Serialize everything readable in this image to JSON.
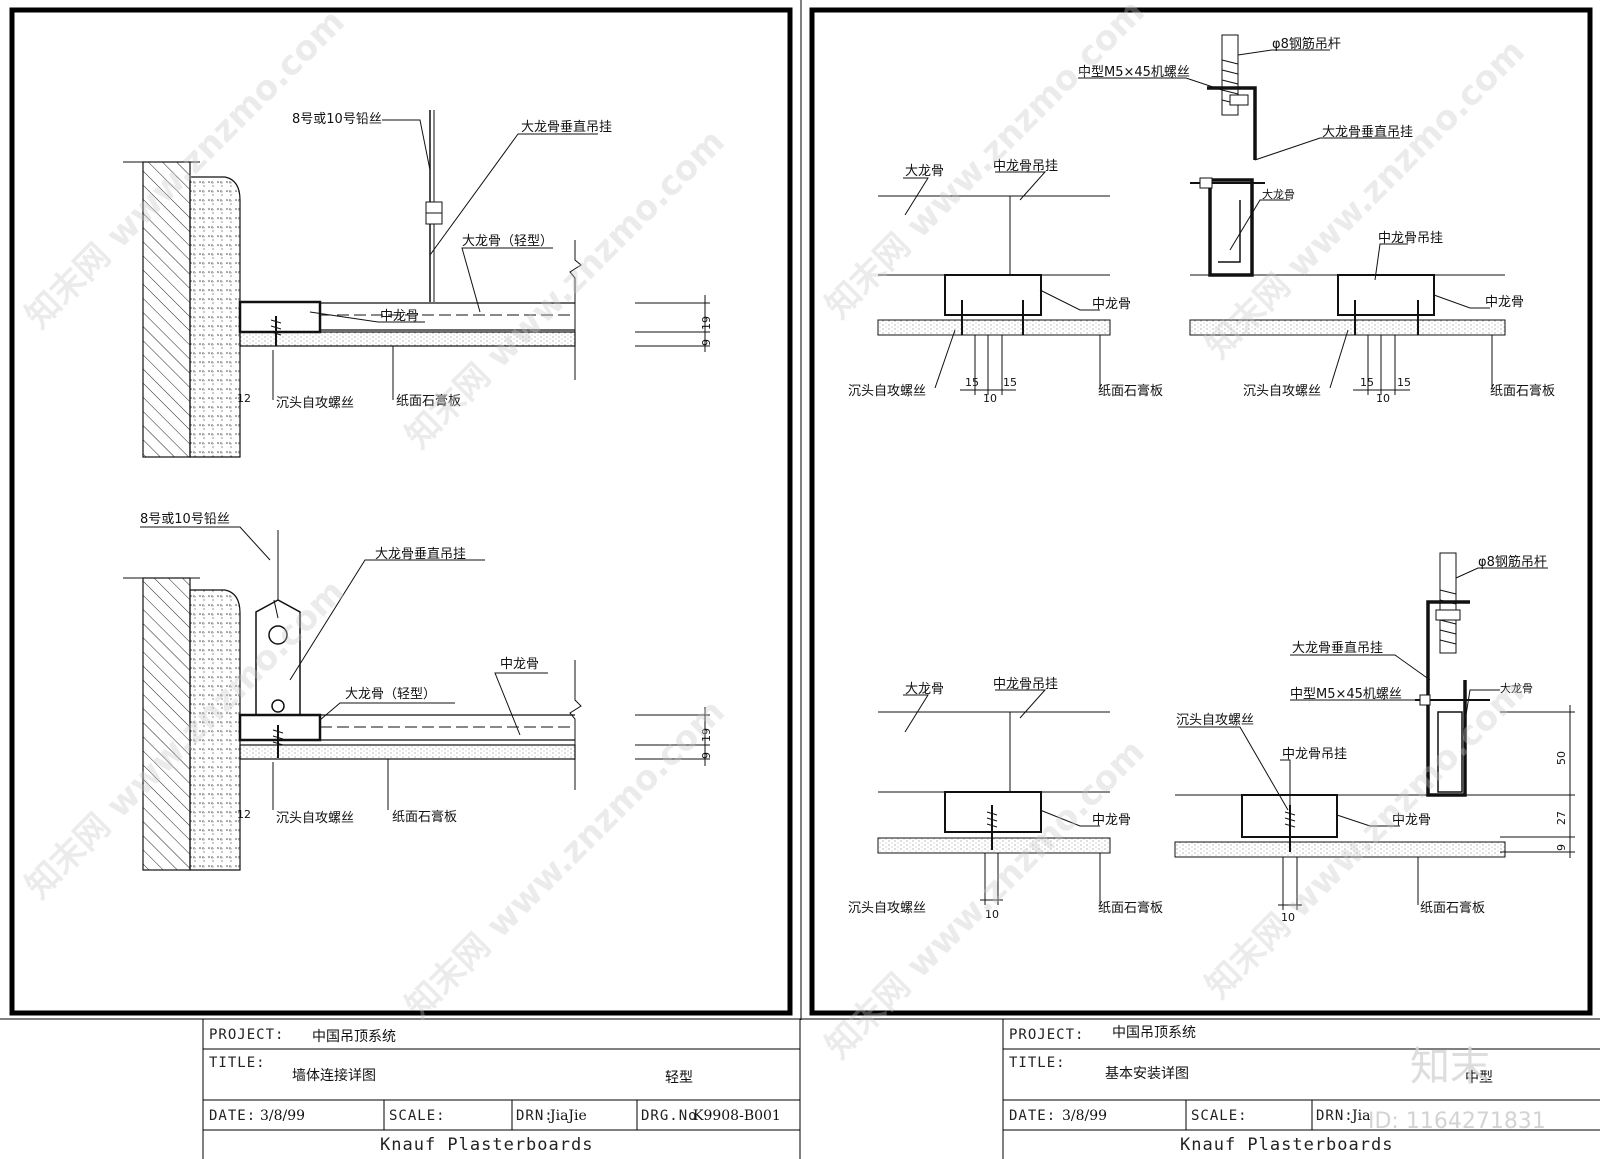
{
  "panels": {
    "left_top": {
      "wire": "8号或10号铅丝",
      "hanger": "大龙骨垂直吊挂",
      "main_channel": "大龙骨（轻型）",
      "furring": "中龙骨",
      "screw": "沉头自攻螺丝",
      "board": "纸面石膏板",
      "dim_12": "12",
      "dim_9": "9",
      "dim_19": "19"
    },
    "left_bottom": {
      "wire": "8号或10号铅丝",
      "hanger": "大龙骨垂直吊挂",
      "furring": "中龙骨",
      "main_channel": "大龙骨（轻型）",
      "screw": "沉头自攻螺丝",
      "board": "纸面石膏板",
      "dim_12": "12",
      "dim_9": "9",
      "dim_19": "19"
    },
    "right_top_a": {
      "main_channel": "大龙骨",
      "clip": "中龙骨吊挂",
      "furring": "中龙骨",
      "screw": "沉头自攻螺丝",
      "board": "纸面石膏板",
      "dim_15a": "15",
      "dim_15b": "15",
      "dim_10": "10"
    },
    "right_top_b": {
      "rod": "φ8钢筋吊杆",
      "bolt": "中型M5×45机螺丝",
      "hanger": "大龙骨垂直吊挂",
      "channel_small": "大龙骨",
      "clip": "中龙骨吊挂",
      "furring": "中龙骨",
      "screw": "沉头自攻螺丝",
      "board": "纸面石膏板",
      "dim_15a": "15",
      "dim_15b": "15",
      "dim_10": "10"
    },
    "right_bottom_a": {
      "main_channel": "大龙骨",
      "clip": "中龙骨吊挂",
      "furring": "中龙骨",
      "screw": "沉头自攻螺丝",
      "board": "纸面石膏板",
      "dim_10": "10"
    },
    "right_bottom_b": {
      "rod": "φ8钢筋吊杆",
      "hanger": "大龙骨垂直吊挂",
      "bolt": "中型M5×45机螺丝",
      "channel_small": "大龙骨",
      "screw": "沉头自攻螺丝",
      "clip": "中龙骨吊挂",
      "furring": "中龙骨",
      "board": "纸面石膏板",
      "dim_50": "50",
      "dim_27": "27",
      "dim_9": "9",
      "dim_10": "10"
    }
  },
  "title_blocks": {
    "left": {
      "project_key": "PROJECT:",
      "project_val": "中国吊顶系统",
      "title_key": "TITLE:",
      "title_val": "墙体连接详图",
      "title_sub": "轻型",
      "date_key": "DATE:",
      "date_val": "3/8/99",
      "scale_key": "SCALE:",
      "drn_key": "DRN:",
      "drn_val": "JiaJie",
      "drg_key": "DRG.No",
      "drg_val": "K9908-B001",
      "footer": "Knauf Plasterboards"
    },
    "right": {
      "project_key": "PROJECT:",
      "project_val": "中国吊顶系统",
      "title_key": "TITLE:",
      "title_val": "基本安装详图",
      "title_sub": "中型",
      "date_key": "DATE:",
      "date_val": "3/8/99",
      "scale_key": "SCALE:",
      "drn_key": "DRN:",
      "drn_val": "Jia",
      "footer": "Knauf Plasterboards"
    }
  },
  "watermark": {
    "text": "知末网 www.znzmo.com",
    "brand": "知末",
    "id": "ID: 1164271831"
  }
}
